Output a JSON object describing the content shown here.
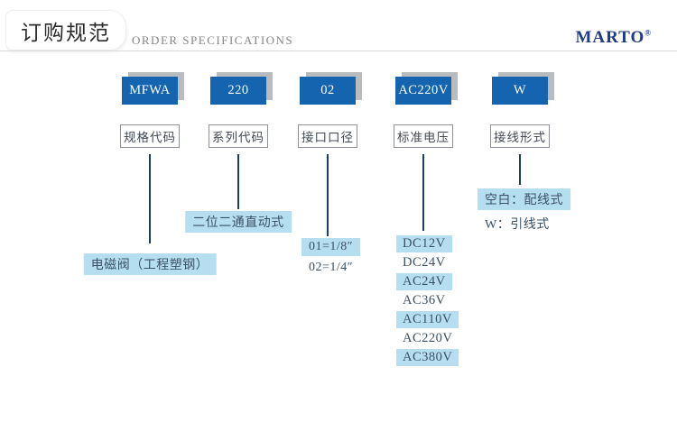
{
  "header": {
    "title_cn": "订购规范",
    "title_en": "ORDER SPECIFICATIONS",
    "brand": "MARTO",
    "brand_mark": "®"
  },
  "colors": {
    "code_box_blue": "#1564af",
    "shadow_gray": "#b9bcbf",
    "highlight_blue": "#b5dff0",
    "line_navy": "#1c3e63",
    "brand_navy": "#1e3c87"
  },
  "columns": [
    {
      "code": "MFWA",
      "label": "规格代码",
      "descriptions": [
        {
          "text": "电磁阀（工程塑钢）",
          "highlight": true
        }
      ]
    },
    {
      "code": "220",
      "label": "系列代码",
      "descriptions": [
        {
          "text": "二位二通直动式",
          "highlight": true
        }
      ]
    },
    {
      "code": "02",
      "label": "接口口径",
      "descriptions": [
        {
          "text": "01=1/8″",
          "highlight": true
        },
        {
          "text": "02=1/4″",
          "highlight": false
        }
      ]
    },
    {
      "code": "AC220V",
      "label": "标准电压",
      "descriptions": [
        {
          "text": "DC12V",
          "highlight": true
        },
        {
          "text": "DC24V",
          "highlight": false
        },
        {
          "text": "AC24V",
          "highlight": true
        },
        {
          "text": "AC36V",
          "highlight": false
        },
        {
          "text": "AC110V",
          "highlight": true
        },
        {
          "text": "AC220V",
          "highlight": false
        },
        {
          "text": "AC380V",
          "highlight": true
        }
      ]
    },
    {
      "code": "W",
      "label": "接线形式",
      "descriptions": [
        {
          "text": "空白：配线式",
          "highlight": true
        },
        {
          "text": "W：引线式",
          "highlight": false
        }
      ]
    }
  ]
}
